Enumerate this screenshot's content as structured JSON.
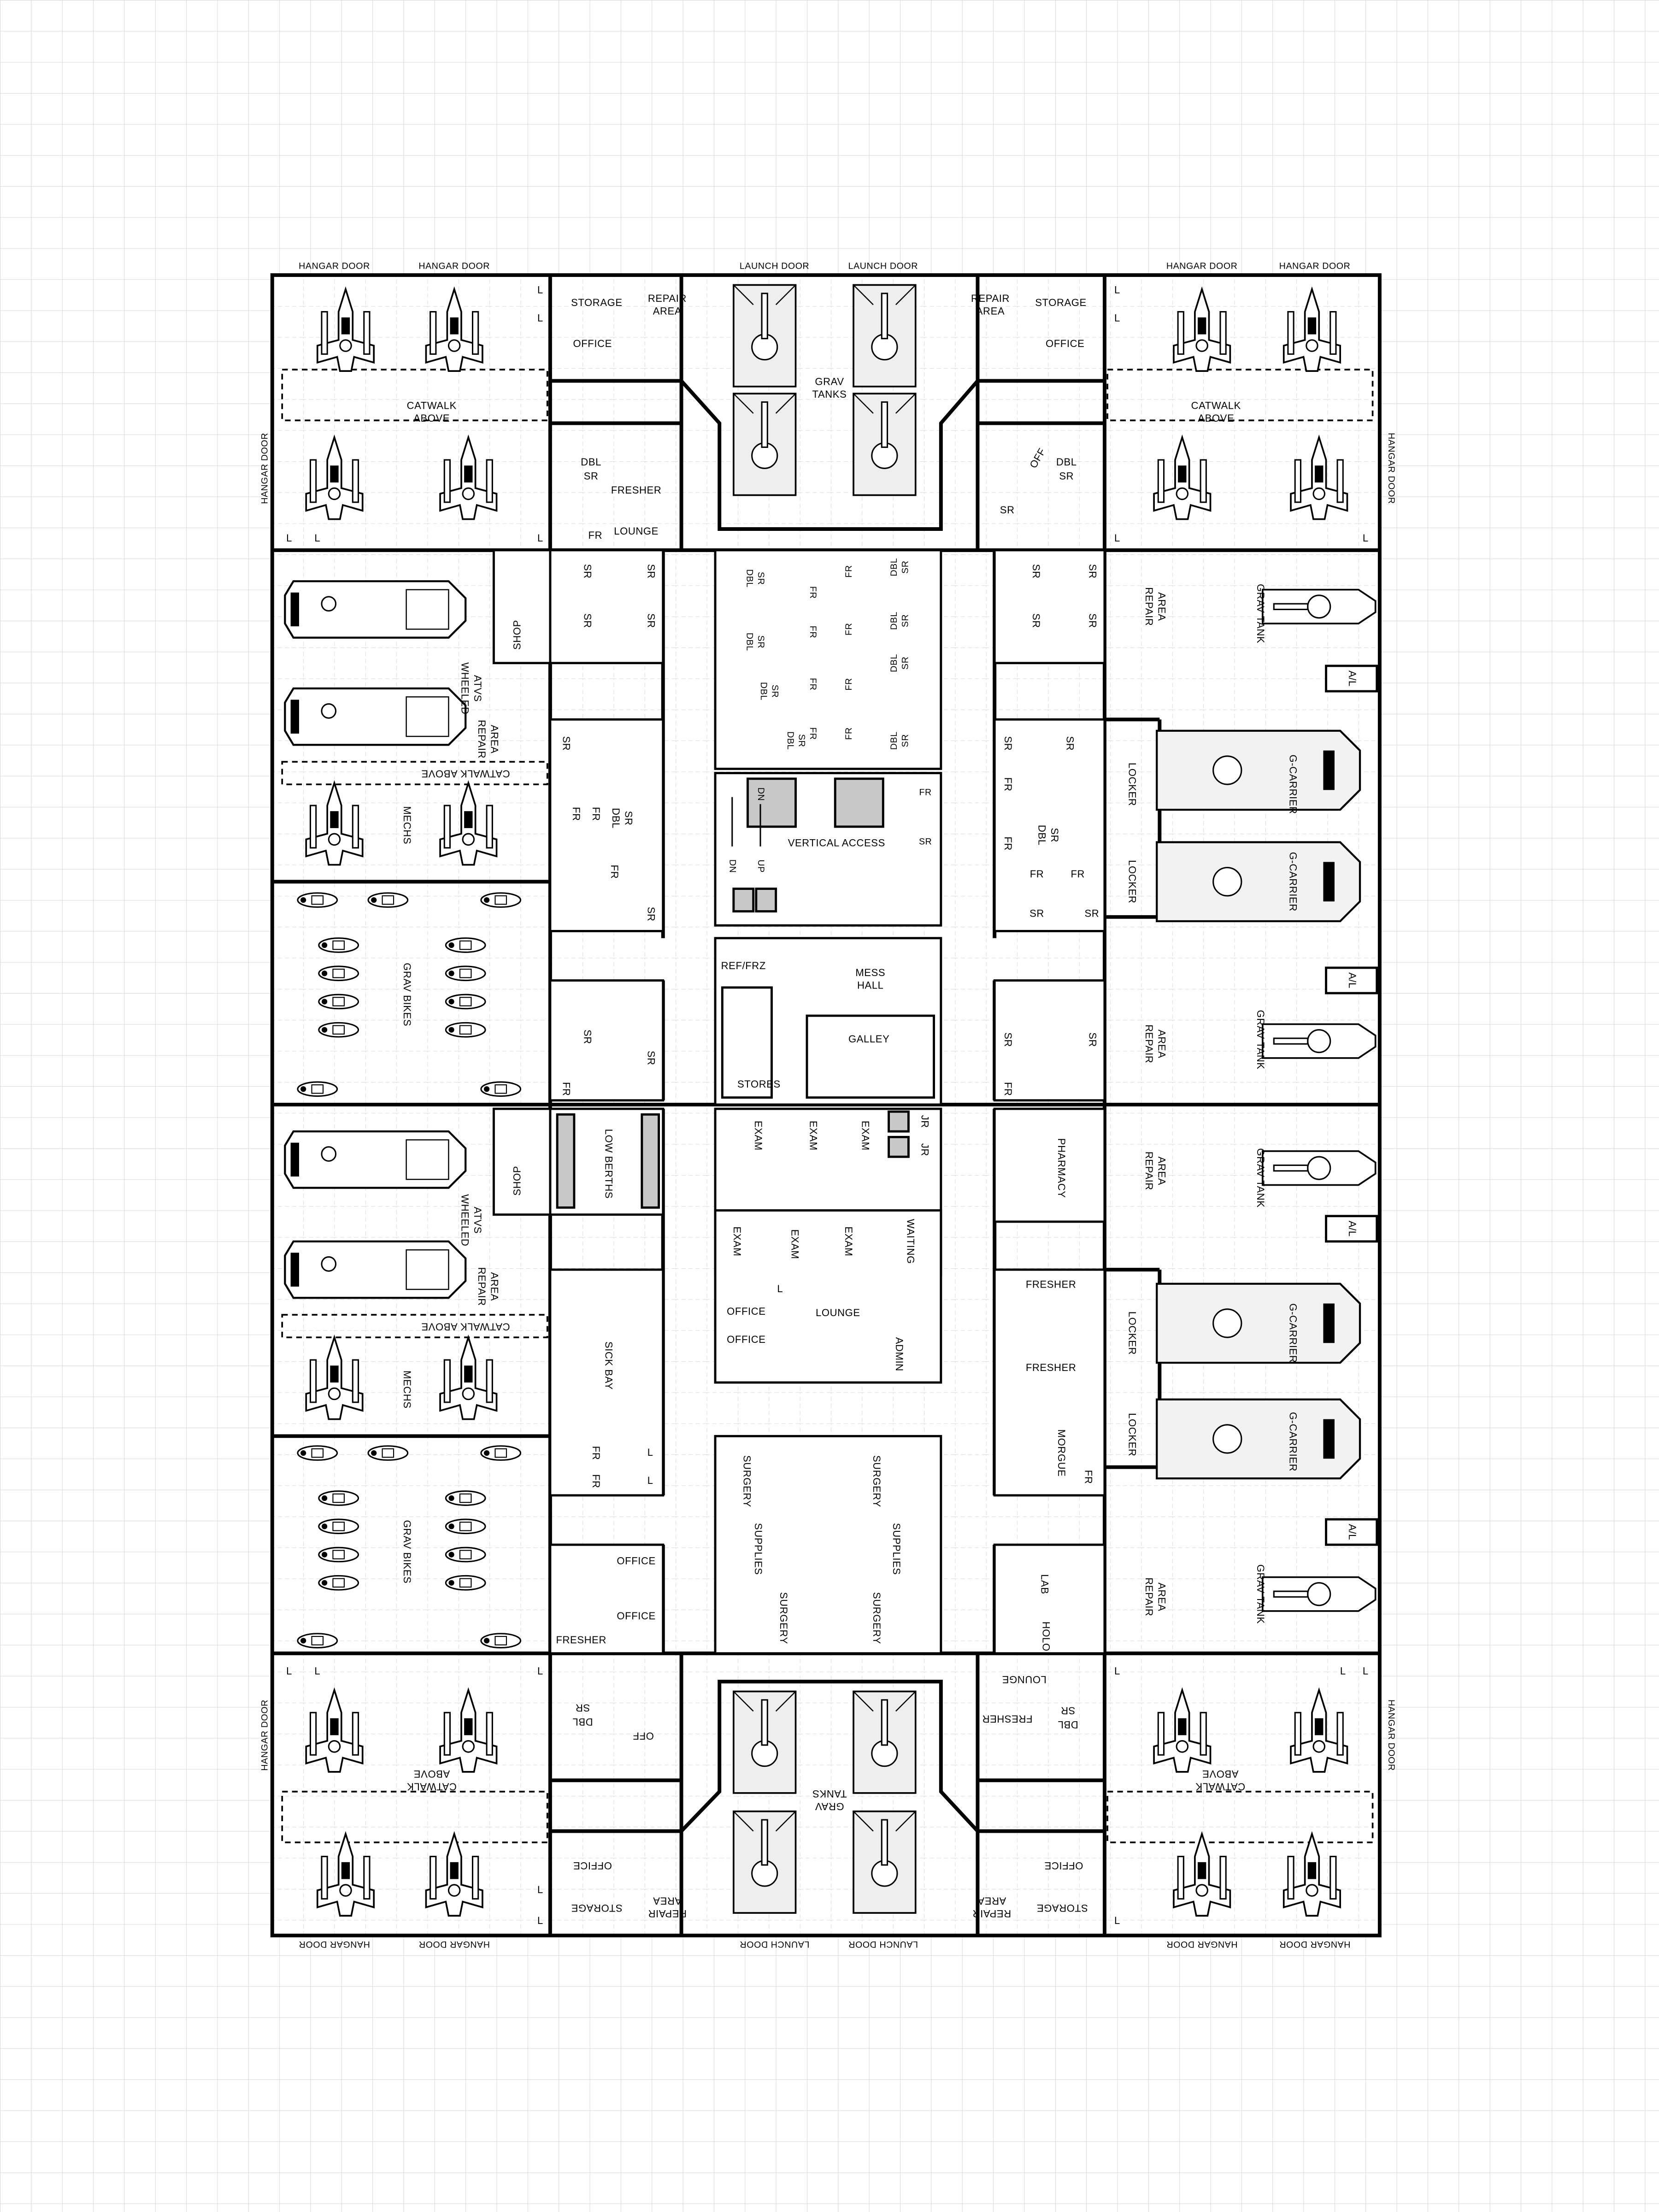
{
  "title": "Deck plan",
  "top": {
    "hangar_doors": [
      "HANGAR DOOR",
      "HANGAR DOOR",
      "HANGAR DOOR",
      "HANGAR DOOR"
    ],
    "launch_doors": [
      "LAUNCH DOOR",
      "LAUNCH DOOR"
    ],
    "storage_left": "STORAGE",
    "repair_left": [
      "REPAIR",
      "AREA"
    ],
    "office_left": "OFFICE",
    "storage_right": "STORAGE",
    "repair_right": [
      "REPAIR",
      "AREA"
    ],
    "office_right": "OFFICE",
    "grav_tanks": [
      "GRAV",
      "TANKS"
    ],
    "catwalk_left": [
      "CATWALK",
      "ABOVE"
    ],
    "catwalk_right": [
      "CATWALK",
      "ABOVE"
    ],
    "side_hangar_left": "HANGAR DOOR",
    "side_hangar_right": "HANGAR DOOR",
    "dbl_sr_left": [
      "DBL",
      "SR"
    ],
    "fresher": "FRESHER",
    "lounge": "LOUNGE",
    "fr": "FR",
    "off_right": "OFF",
    "dbl_sr_right": [
      "DBL",
      "SR"
    ],
    "sr_right": "SR",
    "lockers": [
      "L",
      "L",
      "L",
      "L",
      "L",
      "L",
      "L",
      "L",
      "L"
    ]
  },
  "upper_left": {
    "shop": "SHOP",
    "wheeled_atvs": [
      "WHEELED",
      "ATVS"
    ],
    "repair_area": [
      "REPAIR",
      "AREA"
    ],
    "catwalk": "CATWALK ABOVE",
    "mechs": "MECHS",
    "grav_bikes": "GRAV BIKES"
  },
  "upper_rooms_left": [
    "SR",
    "SR",
    "SR",
    "SR",
    "FR",
    "FR",
    "SR",
    "DBL",
    "SR",
    "FR",
    "SR",
    "SR",
    "FR",
    "SR"
  ],
  "upper_center_rooms": [
    "DBL",
    "SR",
    "FR",
    "FR",
    "DBL",
    "SR",
    "DBL",
    "SR",
    "FR",
    "FR",
    "DBL",
    "SR",
    "DBL",
    "SR",
    "FR",
    "FR",
    "DBL",
    "SR",
    "DBL",
    "SR",
    "FR",
    "FR",
    "DBL",
    "SR",
    "FR",
    "SR"
  ],
  "vertical_access": {
    "label": "VERTICAL ACCESS",
    "dn1": "DN",
    "dn2": "DN",
    "up": "UP"
  },
  "mess": {
    "ref_frz": "REF/FRZ",
    "mess_hall": [
      "MESS",
      "HALL"
    ],
    "galley": "GALLEY",
    "stores": "STORES"
  },
  "upper_rooms_right": [
    "SR",
    "SR",
    "SR",
    "SR",
    "SR",
    "SR",
    "FR",
    "FR",
    "DBL",
    "SR",
    "FR",
    "SR",
    "FR",
    "SR",
    "SR",
    "SR",
    "FR"
  ],
  "upper_right": {
    "repair_area_1": [
      "REPAIR",
      "AREA"
    ],
    "grav_tank_1": "GRAV TANK",
    "airlock_1": "A/L",
    "locker_1": "LOCKER",
    "g_carrier_1": "G-CARRIER",
    "locker_2": "LOCKER",
    "g_carrier_2": "G-CARRIER",
    "airlock_2": "A/L",
    "repair_area_2": [
      "REPAIR",
      "AREA"
    ],
    "grav_tank_2": "GRAV TANK"
  },
  "lower_left": {
    "shop": "SHOP",
    "low_berths": "LOW BERTHS",
    "wheeled_atvs": [
      "WHEELED",
      "ATVS"
    ],
    "repair_area": [
      "REPAIR",
      "AREA"
    ],
    "catwalk": "CATWALK ABOVE",
    "sick_bay": "SICK BAY",
    "mechs": "MECHS",
    "fr1": "FR",
    "fr2": "FR",
    "l1": "L",
    "l2": "L",
    "grav_bikes": "GRAV BIKES",
    "office1": "OFFICE",
    "office2": "OFFICE",
    "fresher": "FRESHER"
  },
  "medical": {
    "exam": [
      "EXAM",
      "EXAM",
      "EXAM",
      "EXAM",
      "EXAM",
      "EXAM"
    ],
    "jr": [
      "JR",
      "JR"
    ],
    "waiting": "WAITING",
    "office1": "OFFICE",
    "office2": "OFFICE",
    "lounge": "LOUNGE",
    "l": "L",
    "admin": "ADMIN",
    "surgery": [
      "SURGERY",
      "SURGERY",
      "SURGERY",
      "SURGERY"
    ],
    "supplies": [
      "SUPPLIES",
      "SUPPLIES"
    ]
  },
  "lower_right": {
    "pharmacy": "PHARMACY",
    "repair_area_1": [
      "REPAIR",
      "AREA"
    ],
    "grav_tank_1": "GRAV TANK",
    "airlock_1": "A/L",
    "fresher_1": "FRESHER",
    "fresher_2": "FRESHER",
    "locker_1": "LOCKER",
    "g_carrier_1": "G-CARRIER",
    "morgue": "MORGUE",
    "fr": "FR",
    "locker_2": "LOCKER",
    "g_carrier_2": "G-CARRIER",
    "airlock_2": "A/L",
    "lab": "LAB",
    "holo": "HOLO",
    "repair_area_2": [
      "REPAIR",
      "AREA"
    ],
    "grav_tank_2": "GRAV TANK"
  },
  "bottom": {
    "hangar_doors": [
      "HANGAR DOOR",
      "HANGAR DOOR",
      "HANGAR DOOR",
      "HANGAR DOOR"
    ],
    "launch_doors": [
      "LAUNCH DOOR",
      "LAUNCH DOOR"
    ],
    "storage_left": "STORAGE",
    "repair_left": [
      "REPAIR",
      "AREA"
    ],
    "office_left": "OFFICE",
    "storage_right": "STORAGE",
    "repair_right": [
      "REPAIR",
      "AREA"
    ],
    "office_right": "OFFICE",
    "grav_tanks": [
      "GRAV",
      "TANKS"
    ],
    "catwalk_left": [
      "CATWALK",
      "ABOVE"
    ],
    "catwalk_right": [
      "CATWALK",
      "ABOVE"
    ],
    "side_hangar_left": "HANGAR DOOR",
    "side_hangar_right": "HANGAR DOOR",
    "dbl_sr_left": [
      "DBL",
      "SR"
    ],
    "off_left": "OFF",
    "lounge": "LOUNGE",
    "fresher": "FRESHER",
    "dbl_sr_right": [
      "DBL",
      "SR"
    ],
    "lockers": [
      "L",
      "L",
      "L",
      "L",
      "L",
      "L",
      "L",
      "L",
      "L"
    ]
  }
}
